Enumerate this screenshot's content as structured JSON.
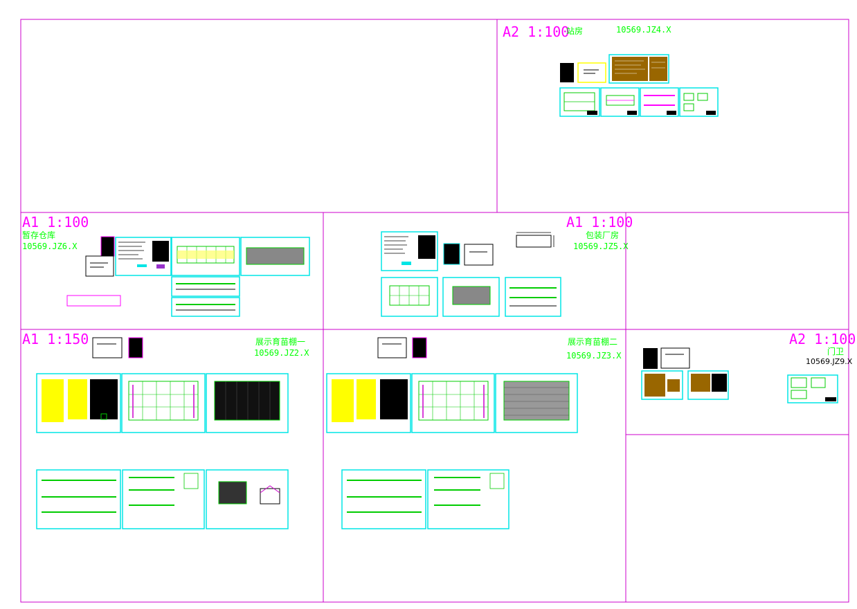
{
  "colors": {
    "frame": "#cc00cc",
    "sheet_border": "#00e5e5",
    "title_magenta": "#ff00ff",
    "label_green": "#00ff00",
    "black": "#000000",
    "yellow": "#ffff00",
    "brown": "#996600",
    "gray_fill": "#888888"
  },
  "panels": {
    "zhanfang": {
      "scale": "A2 1:100",
      "name": "站房",
      "code": "10569.JZ4.X"
    },
    "zancun": {
      "scale": "A1 1:100",
      "name": "暂存仓库",
      "code": "10569.JZ6.X"
    },
    "baozhuang": {
      "scale": "A1 1:100",
      "name": "包装厂房",
      "code": "10569.JZ5.X"
    },
    "zhanshi1": {
      "scale": "A1 1:150",
      "name": "展示育苗棚一",
      "code": "10569.JZ2.X"
    },
    "zhanshi2": {
      "name": "展示育苗棚二",
      "code": "10569.JZ3.X"
    },
    "menwei": {
      "scale": "A2 1:100",
      "name": "门卫",
      "code": "10569.JZ9.X"
    }
  }
}
